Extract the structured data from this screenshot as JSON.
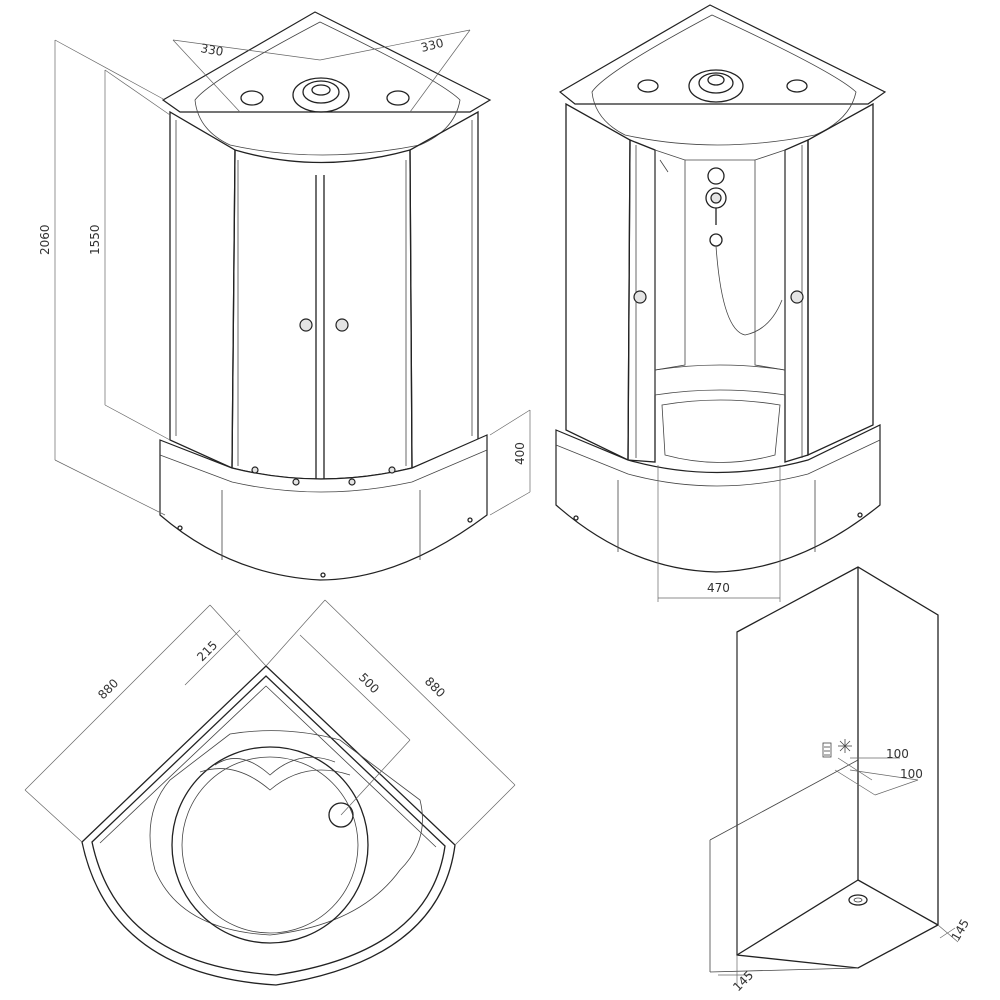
{
  "views": {
    "front_closed": {
      "dim_top_left": "330",
      "dim_top_right": "330",
      "dim_total_height": "2060",
      "dim_door_height": "1550",
      "dim_tray_height": "400"
    },
    "front_open": {
      "dim_door_opening": "470"
    },
    "plan": {
      "dim_side_left": "880",
      "dim_side_right": "880",
      "dim_offset": "215",
      "dim_drain": "500"
    },
    "install": {
      "dim_supply_1": "100",
      "dim_supply_2": "100",
      "dim_floor_right": "145",
      "dim_floor_left": "145",
      "icons": [
        "hot-water-icon",
        "cold-water-icon"
      ]
    }
  }
}
